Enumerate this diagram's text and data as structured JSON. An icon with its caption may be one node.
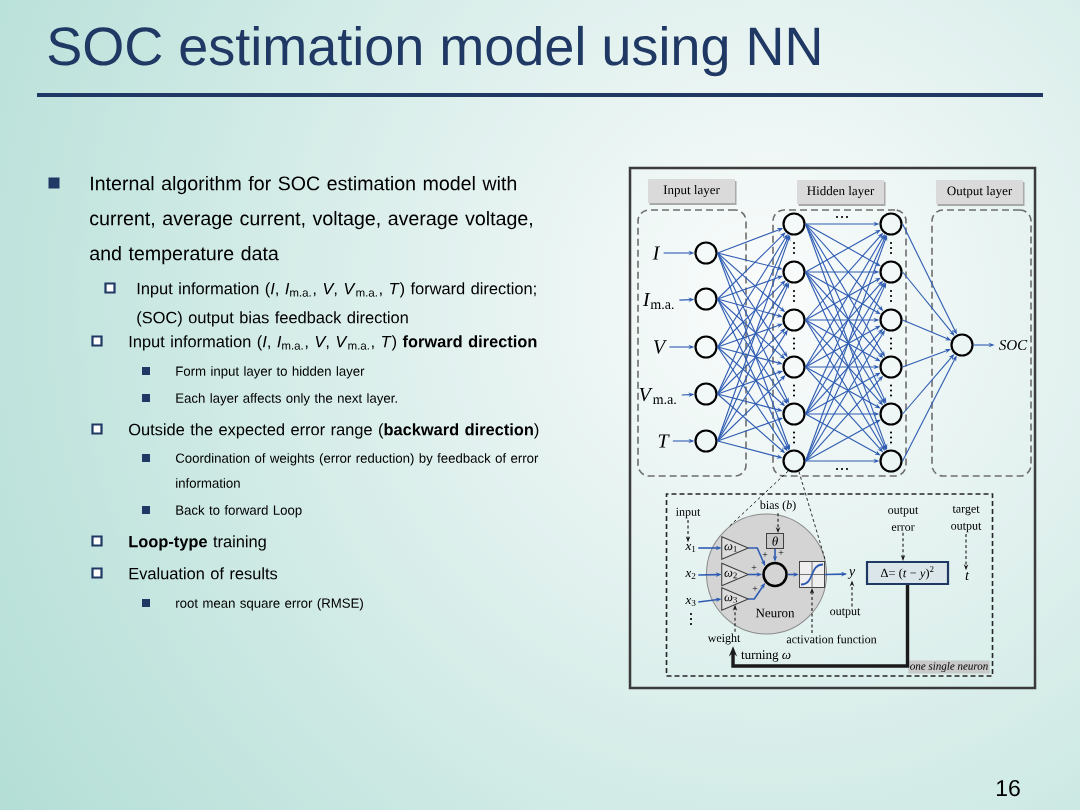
{
  "diagram": {
    "title": "SOC estimation model using NN",
    "nodes": [
      {
        "text": [
          "Input layer"
        ]
      },
      {
        "text": [
          "Hidden layer"
        ]
      },
      {
        "text": [
          "Output layer"
        ]
      },
      {
        "text": [],
        "shape": "box"
      },
      {
        "text": [
          "I"
        ],
        "in": 3
      },
      {
        "text": [
          "*I*$_{m.a.}$"
        ],
        "in": 3
      },
      {
        "text": [
          "V"
        ],
        "in": 3
      },
      {
        "text": [
          "*V*$_{m.a.}$"
        ],
        "in": 3
      },
      {
        "text": [
          "T"
        ],
        "in": 3
      },
      {
        "text": [],
        "shape": "circle",
        "in": 3
      },
      {
        "text": [],
        "shape": "circle",
        "in": 3
      },
      {
        "text": [],
        "shape": "circle",
        "in": 3
      },
      {
        "text": [],
        "shape": "circle",
        "in": 3
      },
      {
        "text": [],
        "shape": "circle",
        "in": 3
      },
      {
        "text": [],
        "shape": "box"
      },
      {
        "text": [],
        "shape": "circle",
        "in": 14
      },
      {
        "text": [],
        "shape": "circle",
        "in": 14
      },
      {
        "text": [],
        "shape": "circle",
        "in": 14
      },
      {
        "text": [],
        "shape": "circle",
        "in": 14
      },
      {
        "text": [],
        "shape": "circle",
        "in": 14
      },
      {
        "text": [],
        "shape": "circle",
        "in": 14
      },
      {
        "text": [],
        "shape": "circle",
        "in": 14
      },
      {
        "text": [],
        "shape": "circle",
        "in": 14
      },
      {
        "text": [],
        "shape": "circle",
        "in": 14
      },
      {
        "text": [],
        "shape": "circle",
        "in": 14
      },
      {
        "text": [],
        "shape": "circle",
        "in": 14
      },
      {
        "text": [],
        "shape": "circle",
        "in": 14
      },
      {
        "text": [],
        "shape": "box"
      },
      {
        "text": [],
        "shape": "circle",
        "in": 27
      },
      {
        "text": [
          "SOC"
        ],
        "in": 27
      },
      {
        "text": [
          "one single neuron"
        ]
      },
      {
        "text": [
          "input"
        ],
        "in": 30
      },
      {
        "text": [
          "*x*$_{1}$"
        ],
        "in": 30
      },
      {
        "text": [
          "*x*$_{2}$"
        ],
        "in": 30
      },
      {
        "text": [
          "*x*$_{3}$"
        ],
        "in": 30
      },
      {
        "text": [
          "Neuron"
        ],
        "in": 30
      },
      {
        "text": [
          "*ω*$_{1}$"
        ],
        "in": 35
      },
      {
        "text": [
          "*ω*$_{2}$"
        ],
        "in": 35
      },
      {
        "text": [
          "*ω*$_{3}$"
        ],
        "in": 35
      },
      {
        "text": [
          "bias (*b*)"
        ],
        "in": 30
      },
      {
        "text": [
          "θ"
        ],
        "in": 35
      },
      {
        "text": [],
        "shape": "circle",
        "in": 35
      },
      {
        "text": [],
        "shape": "box",
        "in": 35
      },
      {
        "text": [
          "y"
        ],
        "in": 30
      },
      {
        "text": [
          "output"
        ],
        "in": 30
      },
      {
        "text": [
          "output error"
        ],
        "in": 30
      },
      {
        "text": [
          "Δ= (*t* − *y*)$^{2}$"
        ],
        "in": 30
      },
      {
        "text": [
          "target output"
        ],
        "in": 30
      },
      {
        "text": [
          "t"
        ],
        "in": 30
      },
      {
        "text": [
          "activation function"
        ],
        "in": 30
      },
      {
        "text": [
          "weight"
        ],
        "in": 30
      }
    ],
    "edges": [
      {
        "from": 4,
        "to": 9,
        "arrow": "to"
      },
      {
        "from": 5,
        "to": 10,
        "arrow": "to"
      },
      {
        "from": 6,
        "to": 11,
        "arrow": "to"
      },
      {
        "from": 7,
        "to": 12,
        "arrow": "to"
      },
      {
        "from": 8,
        "to": 13,
        "arrow": "to"
      },
      {
        "from": 9,
        "to": 15,
        "arrow": "to"
      },
      {
        "from": 9,
        "to": 16,
        "arrow": "to"
      },
      {
        "from": 9,
        "to": 17,
        "arrow": "to"
      },
      {
        "from": 9,
        "to": 18,
        "arrow": "to"
      },
      {
        "from": 9,
        "to": 19,
        "arrow": "to"
      },
      {
        "from": 9,
        "to": 20,
        "arrow": "to"
      },
      {
        "from": 10,
        "to": 15,
        "arrow": "to"
      },
      {
        "from": 10,
        "to": 16,
        "arrow": "to"
      },
      {
        "from": 10,
        "to": 17,
        "arrow": "to"
      },
      {
        "from": 10,
        "to": 18,
        "arrow": "to"
      },
      {
        "from": 10,
        "to": 19,
        "arrow": "to"
      },
      {
        "from": 10,
        "to": 20,
        "arrow": "to"
      },
      {
        "from": 11,
        "to": 15,
        "arrow": "to"
      },
      {
        "from": 11,
        "to": 16,
        "arrow": "to"
      },
      {
        "from": 11,
        "to": 17,
        "arrow": "to"
      },
      {
        "from": 11,
        "to": 18,
        "arrow": "to"
      },
      {
        "from": 11,
        "to": 19,
        "arrow": "to"
      },
      {
        "from": 11,
        "to": 20,
        "arrow": "to"
      },
      {
        "from": 12,
        "to": 15,
        "arrow": "to"
      },
      {
        "from": 12,
        "to": 16,
        "arrow": "to"
      },
      {
        "from": 12,
        "to": 17,
        "arrow": "to"
      },
      {
        "from": 12,
        "to": 18,
        "arrow": "to"
      },
      {
        "from": 12,
        "to": 19,
        "arrow": "to"
      },
      {
        "from": 12,
        "to": 20,
        "arrow": "to"
      },
      {
        "from": 13,
        "to": 15,
        "arrow": "to"
      },
      {
        "from": 13,
        "to": 16,
        "arrow": "to"
      },
      {
        "from": 13,
        "to": 17,
        "arrow": "to"
      },
      {
        "from": 13,
        "to": 18,
        "arrow": "to"
      },
      {
        "from": 13,
        "to": 19,
        "arrow": "to"
      },
      {
        "from": 13,
        "to": 20,
        "arrow": "to"
      },
      {
        "from": 15,
        "to": 21,
        "arrow": "to"
      },
      {
        "from": 15,
        "to": 22,
        "arrow": "to"
      },
      {
        "from": 15,
        "to": 23,
        "arrow": "to"
      },
      {
        "from": 15,
        "to": 24,
        "arrow": "to"
      },
      {
        "from": 15,
        "to": 25,
        "arrow": "to"
      },
      {
        "from": 15,
        "to": 26,
        "arrow": "to"
      },
      {
        "from": 16,
        "to": 21,
        "arrow": "to"
      },
      {
        "from": 16,
        "to": 22,
        "arrow": "to"
      },
      {
        "from": 16,
        "to": 23,
        "arrow": "to"
      },
      {
        "from": 16,
        "to": 24,
        "arrow": "to"
      },
      {
        "from": 16,
        "to": 25,
        "arrow": "to"
      },
      {
        "from": 16,
        "to": 26,
        "arrow": "to"
      },
      {
        "from": 17,
        "to": 21,
        "arrow": "to"
      },
      {
        "from": 17,
        "to": 22,
        "arrow": "to"
      },
      {
        "from": 17,
        "to": 23,
        "arrow": "to"
      },
      {
        "from": 17,
        "to": 24,
        "arrow": "to"
      },
      {
        "from": 17,
        "to": 25,
        "arrow": "to"
      },
      {
        "from": 17,
        "to": 26,
        "arrow": "to"
      },
      {
        "from": 18,
        "to": 21,
        "arrow": "to"
      },
      {
        "from": 18,
        "to": 22,
        "arrow": "to"
      },
      {
        "from": 18,
        "to": 23,
        "arrow": "to"
      },
      {
        "from": 18,
        "to": 24,
        "arrow": "to"
      },
      {
        "from": 18,
        "to": 25,
        "arrow": "to"
      },
      {
        "from": 18,
        "to": 26,
        "arrow": "to"
      },
      {
        "from": 19,
        "to": 21,
        "arrow": "to"
      },
      {
        "from": 19,
        "to": 22,
        "arrow": "to"
      },
      {
        "from": 19,
        "to": 23,
        "arrow": "to"
      },
      {
        "from": 19,
        "to": 24,
        "arrow": "to"
      },
      {
        "from": 19,
        "to": 25,
        "arrow": "to"
      },
      {
        "from": 19,
        "to": 26,
        "arrow": "to"
      },
      {
        "from": 20,
        "to": 21,
        "arrow": "to"
      },
      {
        "from": 20,
        "to": 22,
        "arrow": "to"
      },
      {
        "from": 20,
        "to": 23,
        "arrow": "to"
      },
      {
        "from": 20,
        "to": 24,
        "arrow": "to"
      },
      {
        "from": 20,
        "to": 25,
        "arrow": "to"
      },
      {
        "from": 20,
        "to": 26,
        "arrow": "to"
      },
      {
        "from": 21,
        "to": 28,
        "arrow": "to"
      },
      {
        "from": 22,
        "to": 28,
        "arrow": "to"
      },
      {
        "from": 23,
        "to": 28,
        "arrow": "to"
      },
      {
        "from": 24,
        "to": 28,
        "arrow": "to"
      },
      {
        "from": 25,
        "to": 28,
        "arrow": "to"
      },
      {
        "from": 26,
        "to": 28,
        "arrow": "to"
      },
      {
        "from": 28,
        "to": 29,
        "arrow": "to"
      },
      {
        "from": 20,
        "to": 35,
        "arrow": "none",
        "style": "dashed",
        "color": "#1a1a1a"
      },
      {
        "from": 20,
        "to": 35,
        "arrow": "none",
        "style": "dashed",
        "color": "#1a1a1a"
      },
      {
        "from": 31,
        "to": 32,
        "arrow": "to",
        "style": "dashed",
        "color": "#1a1a1a"
      },
      {
        "from": 32,
        "to": 36,
        "arrow": "to"
      },
      {
        "from": 33,
        "to": 37,
        "arrow": "to"
      },
      {
        "from": 34,
        "to": 38,
        "arrow": "to"
      },
      {
        "from": 36,
        "to": 41,
        "arrow": "to",
        "label": "+"
      },
      {
        "from": 37,
        "to": 41,
        "arrow": "to",
        "label": "+"
      },
      {
        "from": 38,
        "to": 41,
        "arrow": "to",
        "label": "+"
      },
      {
        "from": 39,
        "to": 40,
        "arrow": "to",
        "style": "dashed",
        "color": "#1a1a1a"
      },
      {
        "from": 40,
        "to": 41,
        "arrow": "to",
        "label": "+"
      },
      {
        "from": 41,
        "to": 42,
        "arrow": "to"
      },
      {
        "from": 42,
        "to": 43,
        "arrow": "to"
      },
      {
        "from": 44,
        "to": 43,
        "arrow": "to",
        "style": "dashed",
        "color": "#1a1a1a"
      },
      {
        "from": 45,
        "to": 46,
        "arrow": "to",
        "style": "dashed",
        "color": "#1a1a1a"
      },
      {
        "from": 47,
        "to": 48,
        "arrow": "to",
        "style": "dashed",
        "color": "#1a1a1a"
      },
      {
        "from": 49,
        "to": 42,
        "arrow": "to",
        "style": "dashed",
        "color": "#1a1a1a"
      },
      {
        "from": 50,
        "to": 38,
        "arrow": "to",
        "style": "dashed",
        "color": "#1a1a1a"
      },
      {
        "from": 46,
        "to": 50,
        "arrow": "to",
        "label": "turning *ω*",
        "style": "thick",
        "color": "#1a1a1a"
      }
    ],
    "labels": [
      "Internal algorithm for SOC estimation model with current, average current, voltage, average voltage, and temperature data",
      "Input information (*I*, *I*$_{m.a.}$, *V*, *V*$_{m.a.}$, *T*) forward direction; (SOC) output bias feedback direction",
      "Input information (*I*, *I*$_{m.a.}$, *V*, *V*$_{m.a.}$, *T*) **forward direction**",
      "Form input layer to hidden layer",
      "Each layer affects only the next layer.",
      "Outside the expected error range (**backward direction**)",
      "Coordination of weights (error reduction) by feedback of error information",
      "Back to forward Loop",
      "**Loop-type** training",
      "Evaluation of results",
      "root mean square error (RMSE)",
      "16"
    ]
  }
}
